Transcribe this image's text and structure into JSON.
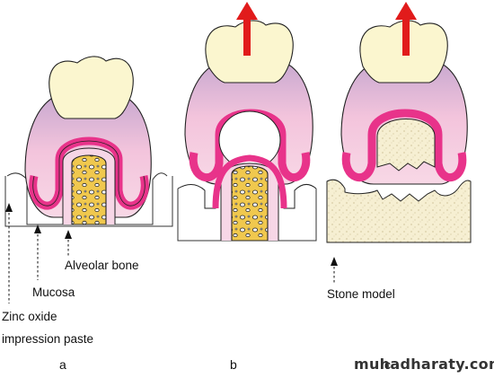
{
  "labels": {
    "zinc_oxide": "Zinc oxide",
    "impression_paste": "impression paste",
    "mucosa": "Mucosa",
    "alveolar_bone": "Alveolar bone",
    "stone_model": "Stone model"
  },
  "panels": [
    "a",
    "b",
    "c"
  ],
  "watermark": "muhadharaty.com",
  "colors": {
    "tooth": "#fbf6cf",
    "gingiva_light": "#f6cfe0",
    "gingiva_dark": "#d978a8",
    "mucosa_band": "#e8338a",
    "bone": "#f0c84e",
    "stone": "#f5eccb",
    "arrow": "#e11b1b"
  },
  "icons": {
    "removal_arrow": "up-arrow-icon"
  }
}
